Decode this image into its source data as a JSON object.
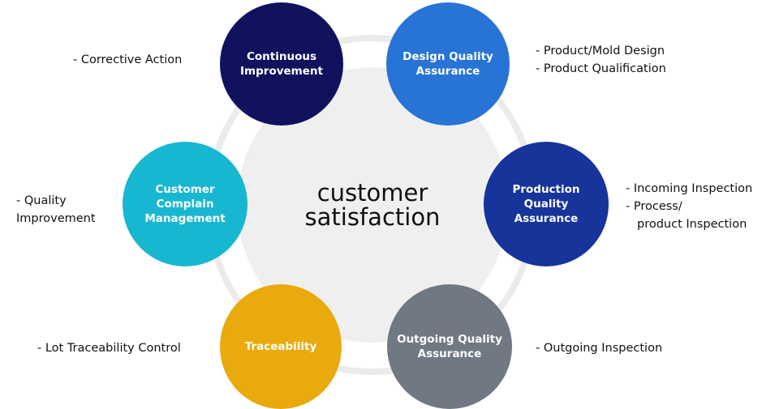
{
  "center_label": "customer\nsatisfaction",
  "nodes": {
    "continuous_improvement": "Continuous\nImprovement",
    "design_quality_assurance": "Design Quality\nAssurance",
    "production_quality_assurance": "Production Quality\nAssurance",
    "outgoing_quality_assurance": "Outgoing Quality\nAssurance",
    "traceability": "Traceability",
    "customer_complain_management": "Customer\nComplain\nManagement"
  },
  "notes": {
    "continuous_improvement": [
      "- Corrective Action"
    ],
    "design_quality_assurance": [
      "- Product/Mold Design",
      "- Product Qualification"
    ],
    "production_quality_assurance": [
      "- Incoming Inspection",
      "- Process/",
      "product Inspection"
    ],
    "outgoing_quality_assurance": [
      "- Outgoing Inspection"
    ],
    "traceability": [
      "- Lot Traceability Control"
    ],
    "customer_complain_management": [
      "- Quality",
      "Improvement"
    ]
  },
  "colors": {
    "continuous_improvement": "#11125e",
    "design_quality_assurance": "#2873d6",
    "production_quality_assurance": "#17349a",
    "outgoing_quality_assurance": "#707883",
    "traceability": "#e8aa0c",
    "customer_complain_management": "#18b7d1",
    "center": "#efefef",
    "ring": "#ebebeb"
  }
}
